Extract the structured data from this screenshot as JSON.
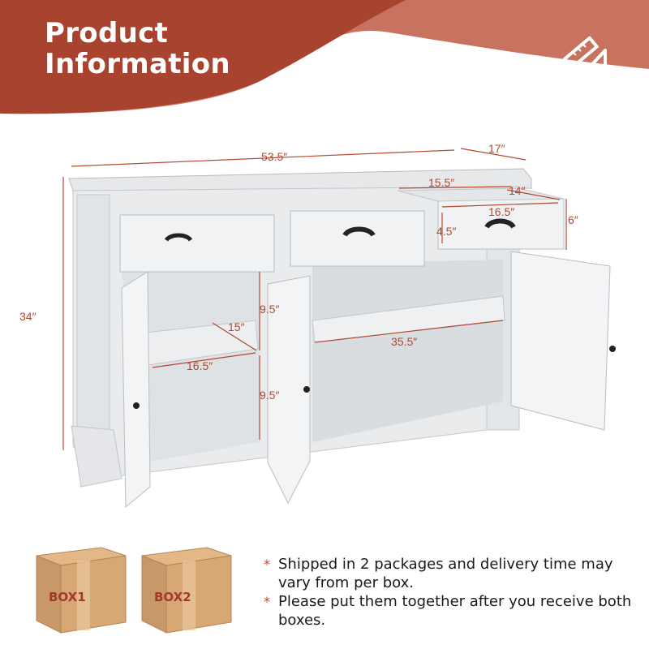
{
  "header": {
    "title_line1": "Product",
    "title_line2": "Information",
    "icon": "ruler-triangle-icon",
    "colors": {
      "banner_dark": "#a8432f",
      "banner_light": "#c8735f"
    }
  },
  "dimensions": {
    "width": "53.5″",
    "depth": "17″",
    "height": "34″",
    "drawer_width": "15.5″",
    "drawer_depth": "14″",
    "drawer_front_width": "16.5″",
    "drawer_front_height": "6″",
    "drawer_inner_height": "4.5″",
    "left_shelf_depth": "15″",
    "left_shelf_width": "16.5″",
    "upper_shelf_height": "9.5″",
    "lower_shelf_height": "9.5″",
    "center_shelf_width": "35.5″"
  },
  "boxes": [
    "BOX1",
    "BOX2"
  ],
  "notes": [
    "Shipped in 2 packages and delivery time may vary from per box.",
    "Please put them together after you receive both boxes."
  ],
  "note_marker": "*"
}
